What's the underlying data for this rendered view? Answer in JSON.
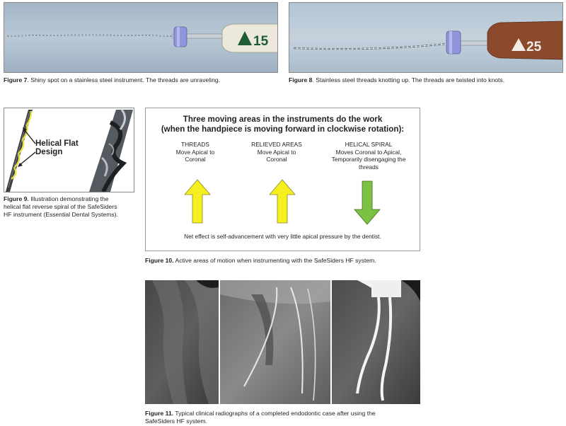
{
  "figure7": {
    "caption_label": "Figure 7",
    "caption_text": ". Shiny spot on a stainless steel instrument. The threads are unraveling.",
    "handle_number": "15",
    "colors": {
      "stopper": "#8f95d8",
      "handle": "#ece8dc",
      "triangle": "#1e5c34"
    }
  },
  "figure8": {
    "caption_label": "Figure 8",
    "caption_text": ". Stainless steel threads knotting up. The threads are twisted into knots.",
    "handle_number": "25",
    "colors": {
      "stopper": "#8f95d8",
      "handle": "#8c4a2c",
      "triangle": "#f2ece6"
    }
  },
  "figure9": {
    "label_line1": "Helical Flat",
    "label_line2": "Design",
    "caption_label": "Figure 9.",
    "caption_line1": " Illustration demonstrating the",
    "caption_line2": "helical flat reverse spiral of the SafeSiders",
    "caption_line3": "HF instrument (Essential Dental Systems)."
  },
  "figure10": {
    "title_line1": "Three moving areas in the instruments do the work",
    "title_line2": "(when the handpiece is moving forward in clockwise rotation):",
    "columns": [
      {
        "heading": "THREADS",
        "lines": [
          "Move Apical to",
          "Coronal"
        ],
        "arrow": "up",
        "arrow_color": "#f6ef1f"
      },
      {
        "heading": "RELIEVED AREAS",
        "lines": [
          "Move Apical to",
          "Coronal"
        ],
        "arrow": "up",
        "arrow_color": "#f6ef1f"
      },
      {
        "heading": "HELICAL SPIRAL",
        "lines": [
          "Moves Coronal to Apical,",
          "Temporarily disengaging the",
          "threads"
        ],
        "arrow": "down",
        "arrow_color": "#7cc242"
      }
    ],
    "footer": "Net effect is self-advancement with very little apical pressure by the dentist.",
    "caption_label": "Figure 10.",
    "caption_text": " Active areas of motion when instrumenting with the SafeSiders HF system."
  },
  "figure11": {
    "caption_label": "Figure 11.",
    "caption_line1": " Typical clinical radiographs of a completed endodontic case after using the",
    "caption_line2": "SafeSiders HF system."
  }
}
